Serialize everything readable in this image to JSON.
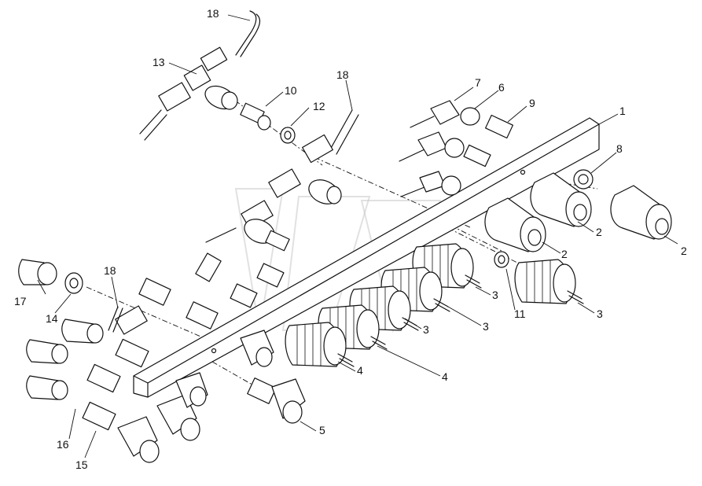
{
  "diagram": {
    "callouts": [
      {
        "id": "c18a",
        "label": "18"
      },
      {
        "id": "c13",
        "label": "13"
      },
      {
        "id": "c10",
        "label": "10"
      },
      {
        "id": "c12",
        "label": "12"
      },
      {
        "id": "c18b",
        "label": "18"
      },
      {
        "id": "c7",
        "label": "7"
      },
      {
        "id": "c6",
        "label": "6"
      },
      {
        "id": "c9",
        "label": "9"
      },
      {
        "id": "c1",
        "label": "1"
      },
      {
        "id": "c8",
        "label": "8"
      },
      {
        "id": "c2a",
        "label": "2"
      },
      {
        "id": "c2b",
        "label": "2"
      },
      {
        "id": "c2c",
        "label": "2"
      },
      {
        "id": "c3a",
        "label": "3"
      },
      {
        "id": "c3b",
        "label": "3"
      },
      {
        "id": "c3c",
        "label": "3"
      },
      {
        "id": "c3d",
        "label": "3"
      },
      {
        "id": "c11",
        "label": "11"
      },
      {
        "id": "c4a",
        "label": "4"
      },
      {
        "id": "c4b",
        "label": "4"
      },
      {
        "id": "c5",
        "label": "5"
      },
      {
        "id": "c17",
        "label": "17"
      },
      {
        "id": "c14",
        "label": "14"
      },
      {
        "id": "c18c",
        "label": "18"
      },
      {
        "id": "c16",
        "label": "16"
      },
      {
        "id": "c15",
        "label": "15"
      }
    ]
  }
}
